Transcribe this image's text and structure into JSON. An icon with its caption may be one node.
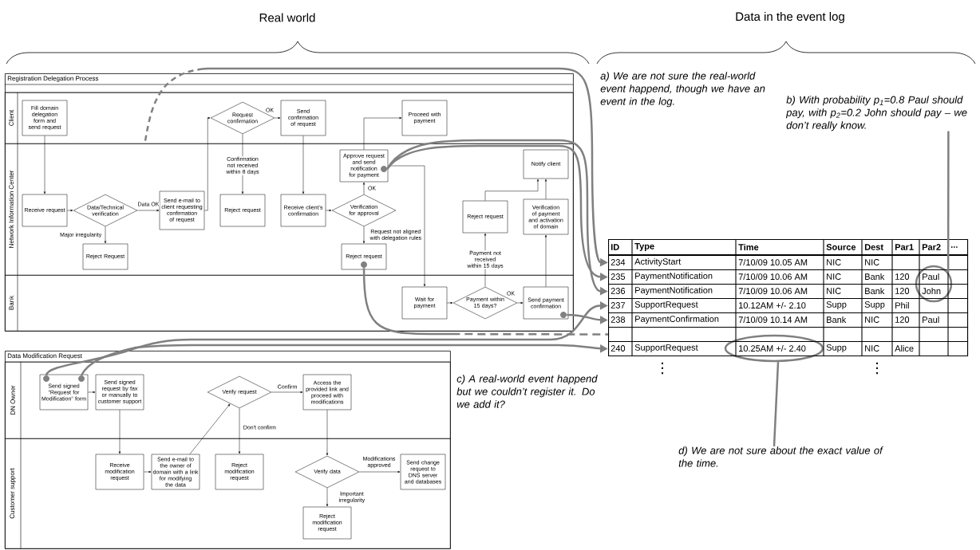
{
  "diagram": {
    "nodes": [
      {
        "text": [
          "Registration Delegation Process"
        ]
      },
      {
        "text": [
          "Client"
        ],
        "in": 0
      },
      {
        "text": [
          "Network Information Center"
        ],
        "in": 0
      },
      {
        "text": [
          "Bank"
        ],
        "in": 0
      },
      {
        "text": [
          "Fill domain delegation form and send request"
        ],
        "in": 1
      },
      {
        "text": [
          "Request confirmation"
        ],
        "in": 1
      },
      {
        "text": [
          "Send confirmation of request"
        ],
        "in": 1
      },
      {
        "text": [
          "Proceed with payment"
        ],
        "in": 1
      },
      {
        "text": [
          "Receive request"
        ],
        "in": 2
      },
      {
        "text": [
          "Data/Technical verification"
        ],
        "in": 2
      },
      {
        "text": [
          "Send e-mail to client requesting confirmation of request"
        ],
        "in": 2
      },
      {
        "text": [
          "Reject Request"
        ],
        "in": 2
      },
      {
        "text": [
          "Reject request"
        ],
        "in": 2
      },
      {
        "text": [
          "Receive client’s confirmation"
        ],
        "in": 2
      },
      {
        "text": [
          "Approve request and send notification for payment"
        ],
        "in": 2
      },
      {
        "text": [
          "Verification for approval"
        ],
        "in": 2
      },
      {
        "text": [
          "Reject request"
        ],
        "in": 2
      },
      {
        "text": [
          "Notify client"
        ],
        "in": 2
      },
      {
        "text": [
          "Reject request"
        ],
        "in": 2
      },
      {
        "text": [
          "Verification of payment and activation of domain"
        ],
        "in": 2
      },
      {
        "text": [
          "Wait for payment"
        ],
        "in": 3
      },
      {
        "text": [
          "Payment within 15 days?"
        ],
        "in": 3
      },
      {
        "text": [
          "Send payment confirmation"
        ],
        "in": 3
      },
      {
        "text": [
          "b) With probability p$_{1}$=0.8 Paul should pay, with p$_{2}$=0.2 John should pay – we don’t really know."
        ]
      },
      {
        "text": [
          "ID",
          "Type",
          "Time",
          "Source",
          "Dest",
          "Par1",
          "Par2",
          "..."
        ]
      },
      {
        "text": [
          "234",
          "ActivityStart",
          "7/10/09 10.05 AM",
          "NIC",
          "NIC"
        ]
      },
      {
        "text": [
          "235",
          "PaymentNotification",
          "7/10/09 10.06 AM",
          "NIC",
          "Bank",
          "120",
          "Paul"
        ]
      },
      {
        "text": [
          "236",
          "PaymentNotification",
          "7/10/09 10.06 AM",
          "NIC",
          "Bank",
          "120",
          "John"
        ]
      },
      {
        "text": [
          "237",
          "SupportRequest",
          "10.12AM +/- 2.10",
          "Supp",
          "Supp",
          "Phil"
        ]
      },
      {
        "text": [
          "238",
          "PaymentConfirmation",
          "7/10/09 10.14 AM",
          "Bank",
          "NIC",
          "120",
          "Paul"
        ]
      },
      {
        "text": [],
        "shape": "box"
      },
      {
        "text": [
          "240",
          "SupportRequest",
          "10.25AM +/- 2.40",
          "Supp",
          "NIC",
          "Alice"
        ]
      },
      {
        "text": [
          "Data Modification Request"
        ]
      },
      {
        "text": [
          "DN Owner"
        ],
        "in": 32
      },
      {
        "text": [
          "Customer support"
        ],
        "in": 32
      },
      {
        "text": [
          "Send signed “Request for Modification” form"
        ],
        "in": 33
      },
      {
        "text": [
          "Send signed request by fax or manually to customer support"
        ],
        "in": 33
      },
      {
        "text": [
          "Verify request"
        ],
        "in": 33
      },
      {
        "text": [
          "Access the provided link and proceed with modifications"
        ],
        "in": 33
      },
      {
        "text": [
          "Receive modification request"
        ],
        "in": 34
      },
      {
        "text": [
          "Send e-mail to the owner of domain with a link for modifying the data"
        ],
        "in": 34
      },
      {
        "text": [
          "Reject modification request"
        ],
        "in": 34
      },
      {
        "text": [
          "Verify data"
        ],
        "in": 34
      },
      {
        "text": [
          "Send change request to DNS server and databases"
        ],
        "in": 34
      },
      {
        "text": [
          "Reject modification request"
        ],
        "in": 34
      },
      {
        "text": [
          "d) We are not sure about the exact value of the time."
        ]
      },
      {
        "text": [],
        "shape": "circle",
        "in": 14
      },
      {
        "text": [],
        "shape": "circle",
        "in": 16
      },
      {
        "text": [],
        "shape": "circle",
        "in": 22
      },
      {
        "text": [],
        "shape": "circle",
        "in": 35
      },
      {
        "text": [],
        "shape": "circle",
        "in": 35
      }
    ],
    "edges": [
      {
        "from": 1,
        "to": 25,
        "arrow": "to",
        "style": "dashed",
        "color": "#808080"
      },
      {
        "from": 4,
        "to": 8,
        "arrow": "to"
      },
      {
        "from": 8,
        "to": 9,
        "arrow": "to"
      },
      {
        "from": 9,
        "to": 10,
        "arrow": "to",
        "label": "Data OK"
      },
      {
        "from": 9,
        "to": 11,
        "arrow": "to",
        "label": "Major irregularity"
      },
      {
        "from": 10,
        "to": 5,
        "arrow": "to"
      },
      {
        "from": 5,
        "to": 6,
        "arrow": "to",
        "label": "OK"
      },
      {
        "from": 5,
        "to": 12,
        "arrow": "to",
        "label": "Confirmation not received within 8 days"
      },
      {
        "from": 6,
        "to": 13,
        "arrow": "to"
      },
      {
        "from": 13,
        "to": 15,
        "arrow": "to"
      },
      {
        "from": 15,
        "to": 14,
        "arrow": "to",
        "label": "OK"
      },
      {
        "from": 15,
        "to": 16,
        "arrow": "to",
        "label": "Request not aligned with delegation rules"
      },
      {
        "from": 14,
        "to": 7,
        "arrow": "to"
      },
      {
        "from": 14,
        "to": 20,
        "arrow": "to"
      },
      {
        "from": 20,
        "to": 21,
        "arrow": "to"
      },
      {
        "from": 21,
        "to": 22,
        "arrow": "to",
        "label": "OK"
      },
      {
        "from": 21,
        "to": 18,
        "arrow": "to",
        "label": "Payment not received within 15 days"
      },
      {
        "from": 22,
        "to": 19,
        "arrow": "to"
      },
      {
        "from": 18,
        "to": 17,
        "arrow": "to"
      },
      {
        "from": 19,
        "to": 17,
        "arrow": "to"
      },
      {
        "from": 46,
        "to": 26,
        "arrow": "to",
        "style": "thick",
        "color": "#808080"
      },
      {
        "from": 46,
        "to": 27,
        "arrow": "to",
        "style": "thick",
        "color": "#808080"
      },
      {
        "from": 47,
        "to": 30,
        "arrow": "none",
        "style": "dashed",
        "color": "#808080"
      },
      {
        "from": 48,
        "to": 29,
        "arrow": "to",
        "style": "thick",
        "color": "#808080"
      },
      {
        "from": 49,
        "to": 28,
        "arrow": "to",
        "style": "thick",
        "color": "#808080"
      },
      {
        "from": 50,
        "to": 31,
        "arrow": "to",
        "style": "thick",
        "color": "#808080"
      },
      {
        "from": 35,
        "to": 36,
        "arrow": "to"
      },
      {
        "from": 36,
        "to": 39,
        "arrow": "to"
      },
      {
        "from": 39,
        "to": 40,
        "arrow": "to"
      },
      {
        "from": 40,
        "to": 37,
        "arrow": "to"
      },
      {
        "from": 37,
        "to": 38,
        "arrow": "to",
        "label": "Confirm"
      },
      {
        "from": 37,
        "to": 41,
        "arrow": "to",
        "label": "Don't confirm"
      },
      {
        "from": 38,
        "to": 42,
        "arrow": "to"
      },
      {
        "from": 42,
        "to": 43,
        "arrow": "to",
        "label": "Modifications approved"
      },
      {
        "from": 42,
        "to": 44,
        "arrow": "to",
        "label": "Important irregularity"
      },
      {
        "from": 23,
        "to": 26,
        "arrow": "none",
        "style": "thick",
        "color": "#808080"
      },
      {
        "from": 45,
        "to": 31,
        "arrow": "none",
        "style": "thick",
        "color": "#808080"
      }
    ],
    "labels": [
      "Real world",
      "Data in the event log",
      "a) We are not sure the real-world event happend, though we have an event in the log.",
      "c) A real-world event happend but we couldn’t register it. Do we add it?",
      "⋮",
      "⋮"
    ]
  }
}
